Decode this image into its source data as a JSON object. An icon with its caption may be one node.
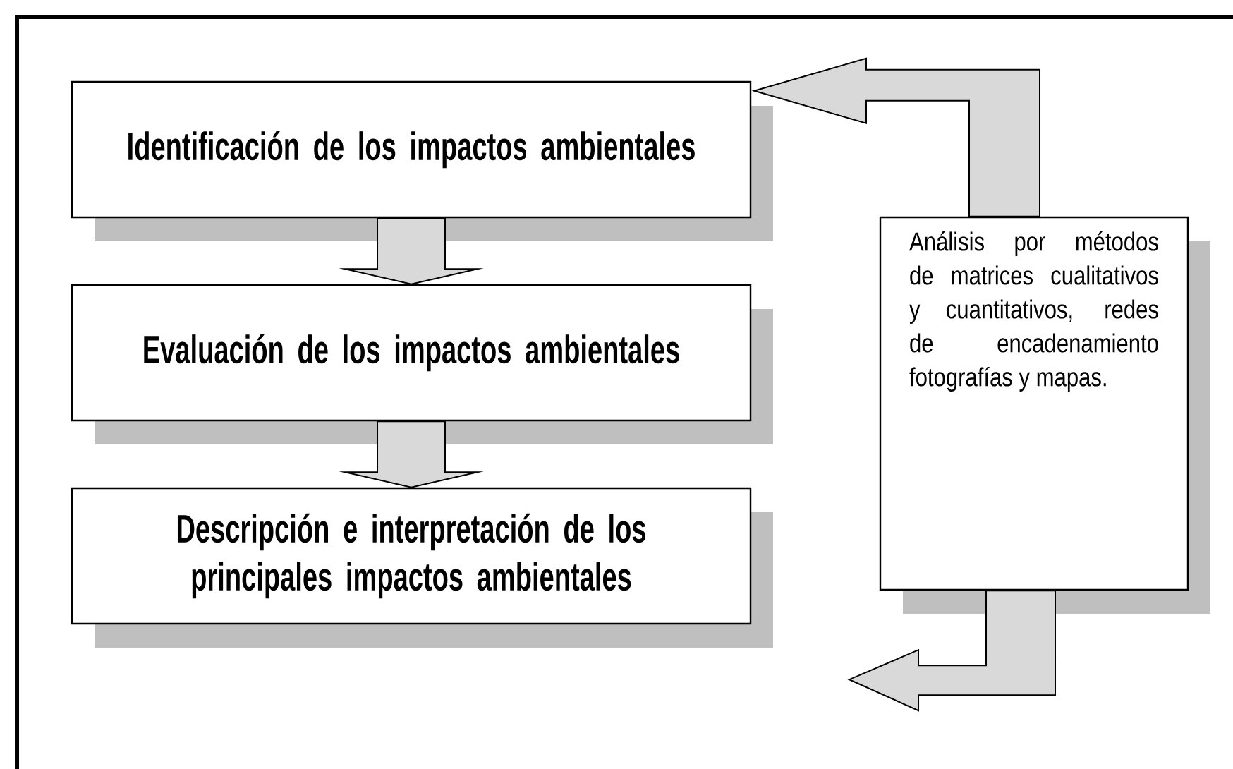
{
  "diagram": {
    "nodes": [
      {
        "text": [
          "Identificación de los impactos ambientales"
        ]
      },
      {
        "text": [
          "Evaluación de los impactos ambientales"
        ]
      },
      {
        "text": [
          "Descripción e interpretación de los principales impactos ambientales"
        ]
      },
      {
        "text": [
          "Análisis por métodos de matrices cualitativos y cuantitativos, redes de encadenamiento fotografías y mapas."
        ]
      }
    ],
    "edges": [
      {
        "from": 0,
        "to": 1,
        "arrow": "to"
      },
      {
        "from": 1,
        "to": 2,
        "arrow": "to"
      },
      {
        "from": 3,
        "to": 0,
        "arrow": "to"
      },
      {
        "from": 3,
        "to": null,
        "arrow": "to"
      }
    ]
  }
}
